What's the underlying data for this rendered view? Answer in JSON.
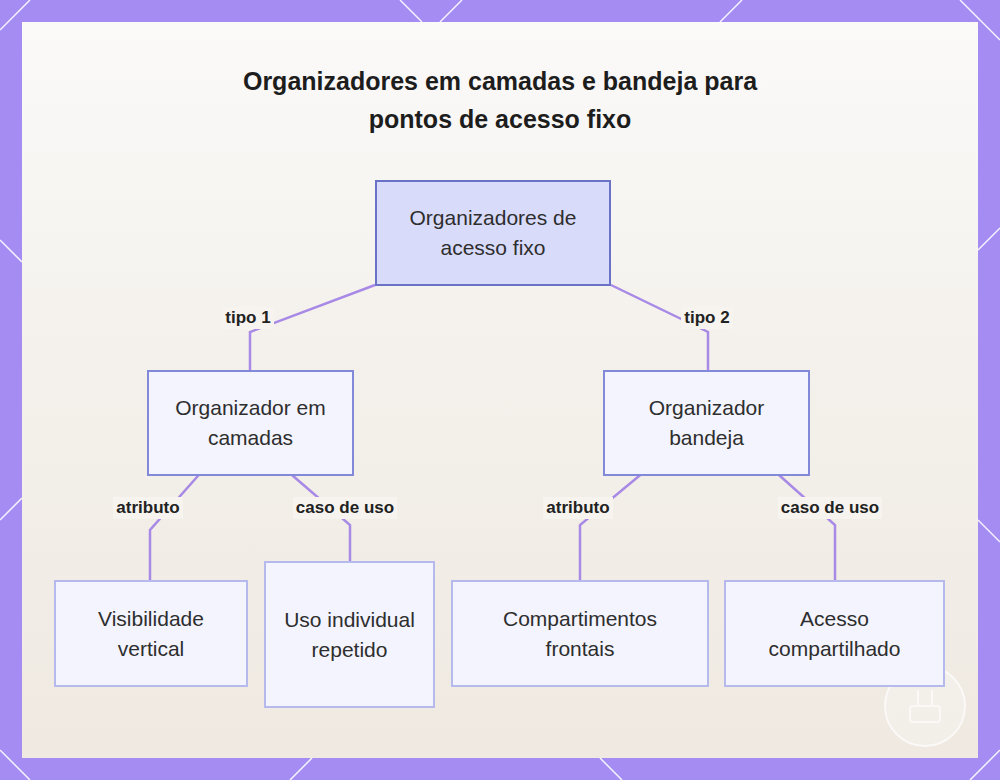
{
  "diagram": {
    "title": "Organizadores em camadas e bandeja para pontos de acesso fixo",
    "nodes": [
      {
        "text": [
          "Organizadores de acesso fixo"
        ]
      },
      {
        "text": [
          "Organizador em camadas"
        ]
      },
      {
        "text": [
          "Organizador bandeja"
        ]
      },
      {
        "text": [
          "Visibilidade vertical"
        ]
      },
      {
        "text": [
          "Uso individual repetido"
        ]
      },
      {
        "text": [
          "Compartimentos frontais"
        ]
      },
      {
        "text": [
          "Acesso compartilhado"
        ]
      }
    ],
    "edges": [
      {
        "from": 0,
        "to": 1,
        "label": "tipo 1",
        "arrow": "none"
      },
      {
        "from": 0,
        "to": 2,
        "label": "tipo 2",
        "arrow": "none"
      },
      {
        "from": 1,
        "to": 3,
        "label": "atributo",
        "arrow": "none"
      },
      {
        "from": 1,
        "to": 4,
        "label": "caso de uso",
        "arrow": "none"
      },
      {
        "from": 2,
        "to": 5,
        "label": "atributo",
        "arrow": "none"
      },
      {
        "from": 2,
        "to": 6,
        "label": "caso de uso",
        "arrow": "none"
      }
    ]
  }
}
